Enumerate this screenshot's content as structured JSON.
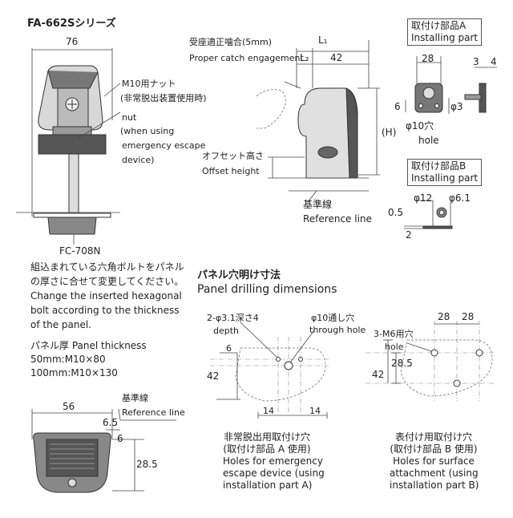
{
  "title": "FA-662Sシリーズ",
  "dims": {
    "d76": "76",
    "l1": "L₁",
    "l2": "L₂",
    "d42": "42",
    "d28a": "28",
    "d3": "3",
    "d4": "4",
    "d6a": "6",
    "phi3": "φ3",
    "phi10hole_a": "φ10穴",
    "hole_en_a": "hole",
    "h": "(H)",
    "phi12": "φ12",
    "phi61": "φ6.1",
    "d05": "0.5",
    "d2": "2",
    "d56": "56",
    "d65": "6.5",
    "d6b": "6",
    "d285a": "28.5",
    "p_2phi31": "2-φ3.1深さ4",
    "p_depth": "depth",
    "p_phi10": "φ10通し穴",
    "p_through": "through hole",
    "p_6": "6",
    "p_42": "42",
    "p_14a": "14",
    "p_14b": "14",
    "p_28a": "28",
    "p_28b": "28",
    "p_3m6": "3-M6用穴",
    "p_hole": "hole",
    "p_285": "28.5",
    "p_42b": "42"
  },
  "labels": {
    "m10_nut_jp": "M10用ナット",
    "m10_nut_jp2": "(非常脱出装置使用時)",
    "nut_en": "nut",
    "when_using": "(when using",
    "emergency": "emergency escape",
    "device": "device)",
    "proper_jp": "受座適正噛合(5mm)",
    "proper_en": "Proper catch engagement",
    "offset_jp": "オフセット高さ",
    "offset_en": "Offset height",
    "ref_jp": "基準線",
    "ref_en": "Reference line",
    "fc708n": "FC-708N",
    "ref_jp2": "基準線",
    "ref_en2": "Reference line",
    "part_a_jp": "取付け部品A",
    "part_a_en": "Installing part",
    "part_b_jp": "取付け部品B",
    "part_b_en": "Installing part"
  },
  "notes": {
    "jp1": "組込まれている六角ボルトをパネル",
    "jp2": "の厚さに合せて変更してください。",
    "en1": "Change the inserted hexagonal",
    "en2": "bolt according to the thickness",
    "en3": "of the panel.",
    "thick_title": "パネル厚 Panel thickness",
    "thick_1": "50mm:M10×80",
    "thick_2": "100mm:M10×130"
  },
  "panel": {
    "title_jp": "パネル穴明け寸法",
    "title_en": "Panel drilling dimensions",
    "left_cap": [
      "非常脱出用取付け穴",
      "(取付け部品 A 使用)",
      "Holes for emergency",
      "escape device (using",
      "installation part A)"
    ],
    "right_cap": [
      "表付け用取付け穴",
      "(取付け部品 B 使用)",
      "Holes for surface",
      "attachment (using",
      "installation part B)"
    ]
  }
}
